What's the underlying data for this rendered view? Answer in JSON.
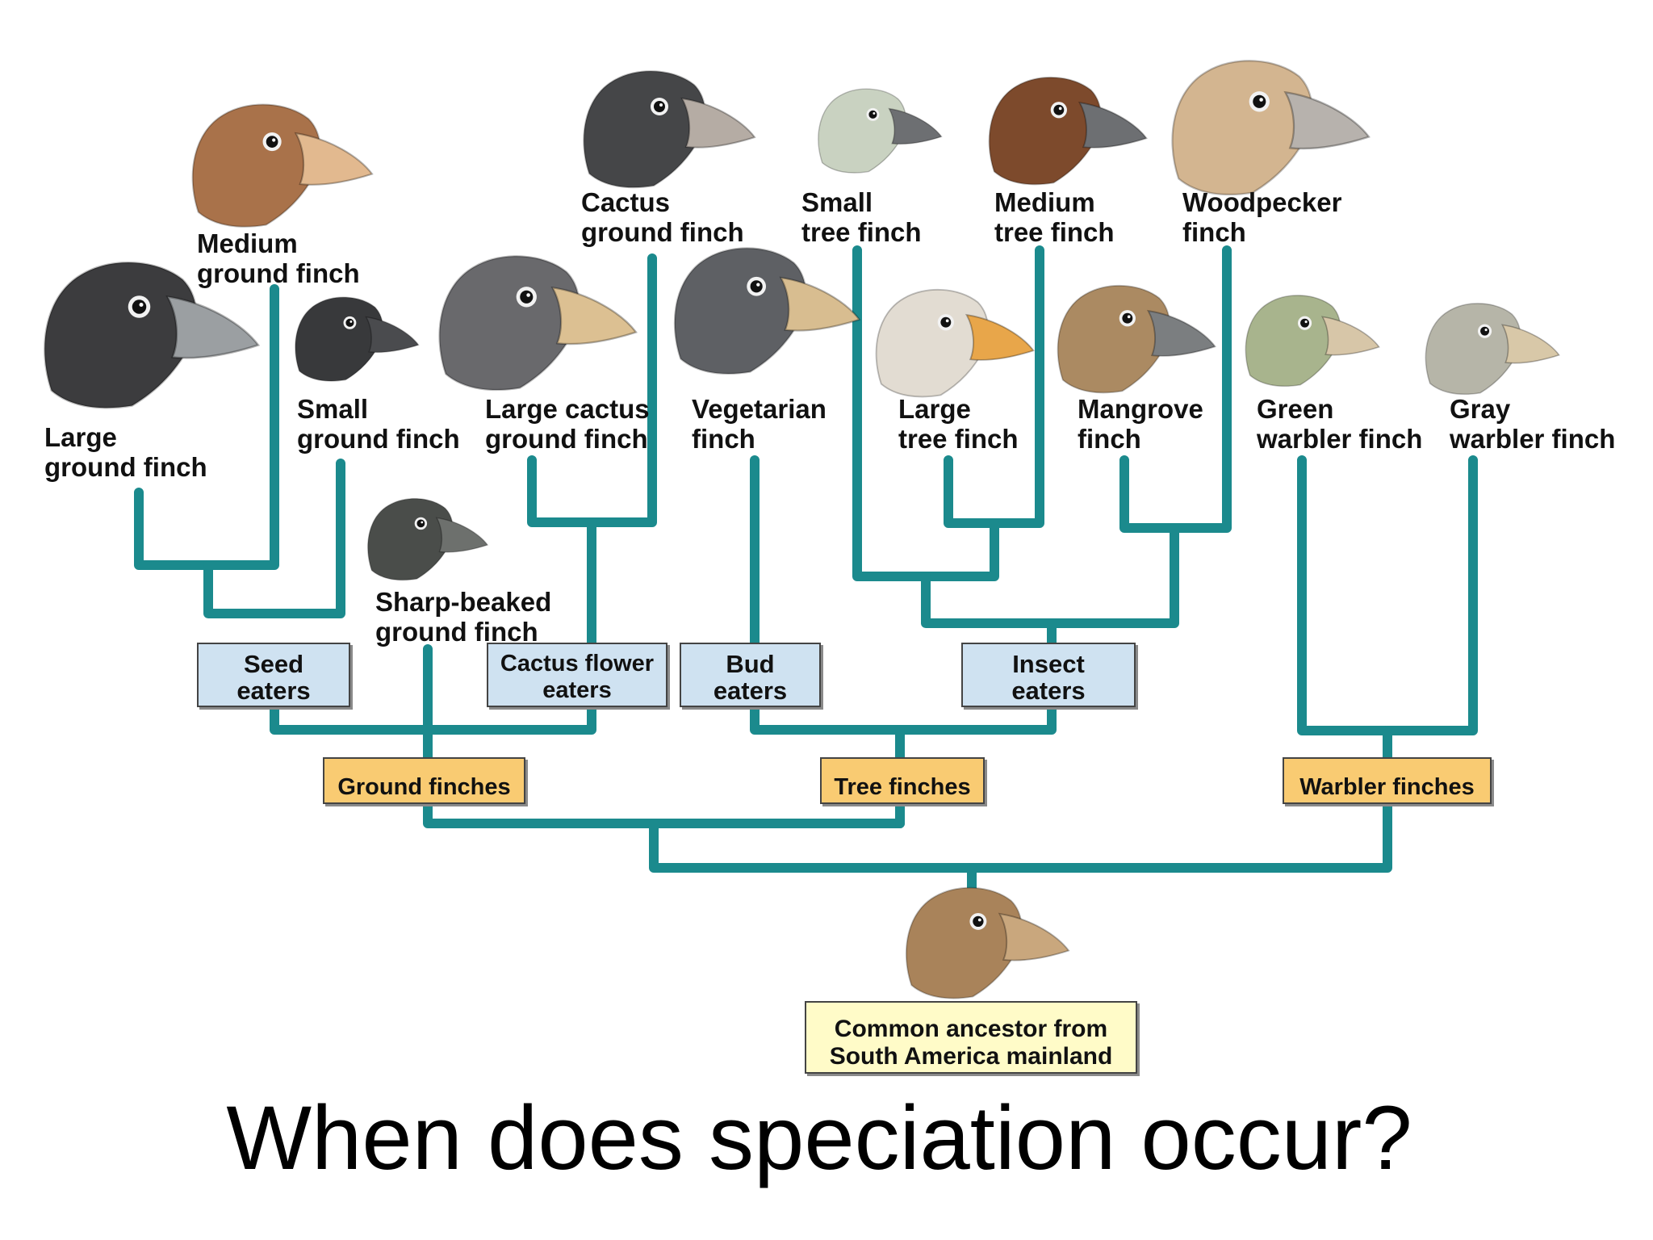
{
  "colors": {
    "branch": "#1b8a8d",
    "group_box": "#cfe2f1",
    "clade_box": "#f9cb72",
    "ancestor_box": "#fffbc8"
  },
  "species": [
    {
      "id": "medium-ground-finch",
      "lines": [
        "Medium",
        "ground finch"
      ],
      "icon": "finch-head-icon",
      "color": "#a9724a",
      "beak": "#e2b98f"
    },
    {
      "id": "large-ground-finch",
      "lines": [
        "Large",
        "ground finch"
      ],
      "icon": "finch-head-icon",
      "color": "#3c3c3e",
      "beak": "#9b9fa2"
    },
    {
      "id": "small-ground-finch",
      "lines": [
        "Small",
        "ground finch"
      ],
      "icon": "finch-head-icon",
      "color": "#38393b",
      "beak": "#4a4b4e"
    },
    {
      "id": "sharp-beaked-ground-finch",
      "lines": [
        "Sharp-beaked",
        "ground finch"
      ],
      "icon": "finch-head-icon",
      "color": "#4a4d4a",
      "beak": "#6d706d"
    },
    {
      "id": "cactus-ground-finch",
      "lines": [
        "Cactus",
        "ground finch"
      ],
      "icon": "finch-head-icon",
      "color": "#454648",
      "beak": "#b5aca4"
    },
    {
      "id": "large-cactus-ground-finch",
      "lines": [
        "Large cactus",
        "ground finch"
      ],
      "icon": "finch-head-icon",
      "color": "#69696c",
      "beak": "#dcc092"
    },
    {
      "id": "vegetarian-finch",
      "lines": [
        "Vegetarian",
        "finch"
      ],
      "icon": "finch-head-icon",
      "color": "#5e6064",
      "beak": "#d8bd90"
    },
    {
      "id": "small-tree-finch",
      "lines": [
        "Small",
        "tree finch"
      ],
      "icon": "finch-head-icon",
      "color": "#c9d2c1",
      "beak": "#6d6f72"
    },
    {
      "id": "large-tree-finch",
      "lines": [
        "Large",
        "tree finch"
      ],
      "icon": "finch-head-icon",
      "color": "#e2dcd2",
      "beak": "#e8a64a"
    },
    {
      "id": "medium-tree-finch",
      "lines": [
        "Medium",
        "tree finch"
      ],
      "icon": "finch-head-icon",
      "color": "#7d4a2c",
      "beak": "#6d6f72"
    },
    {
      "id": "mangrove-finch",
      "lines": [
        "Mangrove",
        "finch"
      ],
      "icon": "finch-head-icon",
      "color": "#ab8a62",
      "beak": "#7b7e80"
    },
    {
      "id": "woodpecker-finch",
      "lines": [
        "Woodpecker",
        "finch"
      ],
      "icon": "finch-head-icon",
      "color": "#d3b590",
      "beak": "#b7b2ad"
    },
    {
      "id": "green-warbler-finch",
      "lines": [
        "Green",
        "warbler finch"
      ],
      "icon": "finch-head-icon",
      "color": "#a8b48d",
      "beak": "#d7c6a8"
    },
    {
      "id": "gray-warbler-finch",
      "lines": [
        "Gray",
        "warbler finch"
      ],
      "icon": "finch-head-icon",
      "color": "#b6b5a8",
      "beak": "#d8c8a8"
    }
  ],
  "groups": [
    {
      "id": "seed-eaters",
      "lines": [
        "Seed",
        "eaters"
      ]
    },
    {
      "id": "cactus-flower-eaters",
      "lines": [
        "Cactus flower",
        "eaters"
      ]
    },
    {
      "id": "bud-eaters",
      "lines": [
        "Bud",
        "eaters"
      ]
    },
    {
      "id": "insect-eaters",
      "lines": [
        "Insect",
        "eaters"
      ]
    }
  ],
  "clades": [
    {
      "id": "ground-finches",
      "label": "Ground finches"
    },
    {
      "id": "tree-finches",
      "label": "Tree finches"
    },
    {
      "id": "warbler-finches",
      "label": "Warbler finches"
    }
  ],
  "ancestor": {
    "lines": [
      "Common ancestor from",
      "South America mainland"
    ],
    "icon": "finch-head-icon",
    "color": "#a9835a",
    "beak": "#c9a77d"
  },
  "question": "When does speciation occur?"
}
